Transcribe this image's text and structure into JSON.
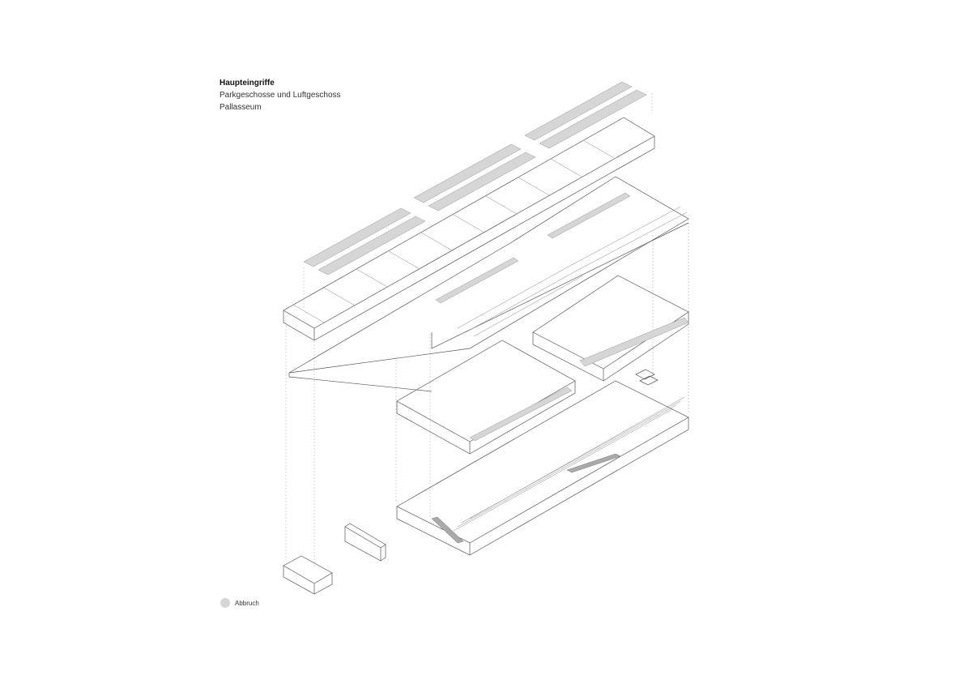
{
  "title": {
    "line1": "Haupteingriffe",
    "line2": "Parkgeschosse und Luftgeschoss",
    "line3": "Pallasseum"
  },
  "legend": {
    "label": "Abbruch",
    "color": "#d6d6d6"
  },
  "colors": {
    "line": "#555555",
    "light_line": "#9a9a9a",
    "fill_demolition": "#d6d6d6"
  }
}
